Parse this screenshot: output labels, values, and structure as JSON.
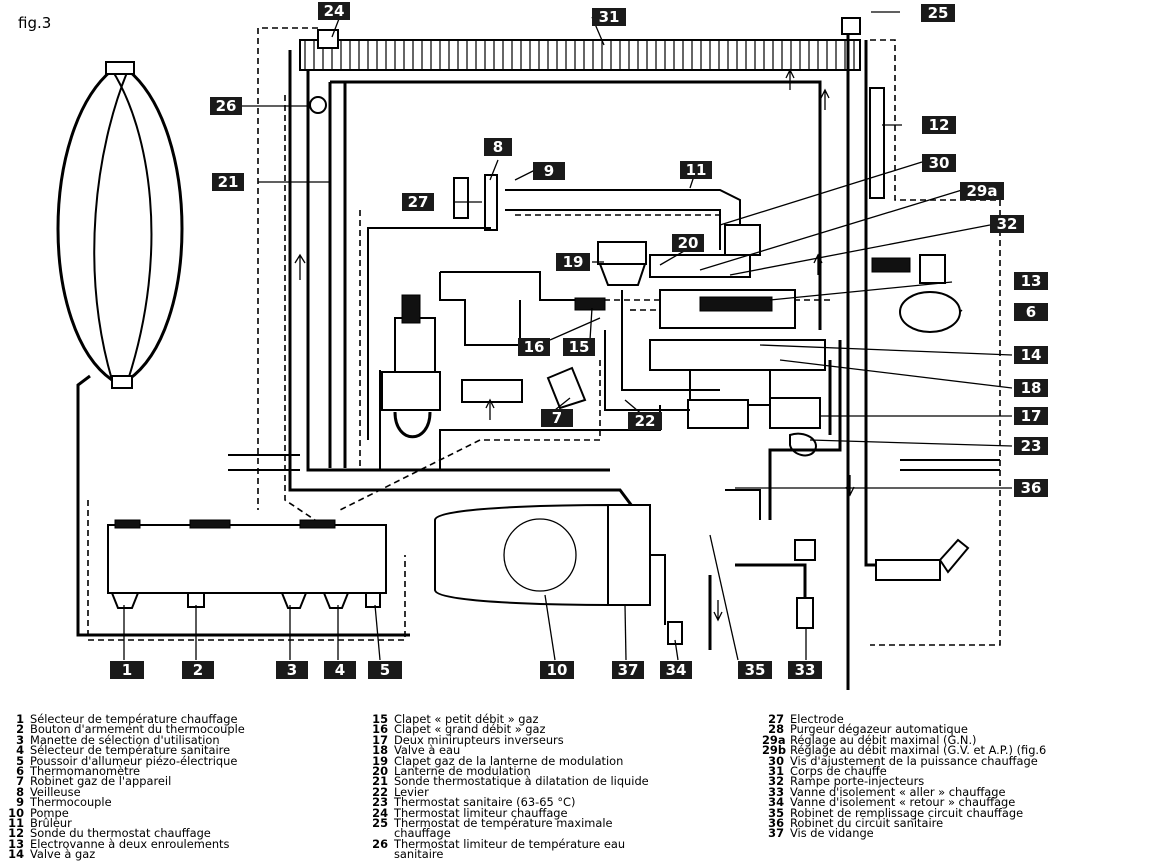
{
  "figure_label": "fig.3",
  "callouts": {
    "c1": "1",
    "c2": "2",
    "c3": "3",
    "c4": "4",
    "c5": "5",
    "c6": "6",
    "c7": "7",
    "c8": "8",
    "c9": "9",
    "c10": "10",
    "c11": "11",
    "c12": "12",
    "c13": "13",
    "c14": "14",
    "c15": "15",
    "c16": "16",
    "c17": "17",
    "c18": "18",
    "c19": "19",
    "c20": "20",
    "c21": "21",
    "c22": "22",
    "c23": "23",
    "c24": "24",
    "c25": "25",
    "c26": "26",
    "c27": "27",
    "c29a": "29a",
    "c30": "30",
    "c31": "31",
    "c32": "32",
    "c33": "33",
    "c34": "34",
    "c35": "35",
    "c36": "36",
    "c37": "37"
  },
  "legend": {
    "col1": [
      {
        "num": "1",
        "text": "Sélecteur de température chauffage"
      },
      {
        "num": "2",
        "text": "Bouton d'armement du thermocouple"
      },
      {
        "num": "3",
        "text": "Manette de sélection d'utilisation"
      },
      {
        "num": "4",
        "text": "Sélecteur de température sanitaire"
      },
      {
        "num": "5",
        "text": "Poussoir d'allumeur piézo-électrique"
      },
      {
        "num": "6",
        "text": "Thermomanomètre"
      },
      {
        "num": "7",
        "text": "Robinet gaz de l'appareil"
      },
      {
        "num": "8",
        "text": "Veilleuse"
      },
      {
        "num": "9",
        "text": "Thermocouple"
      },
      {
        "num": "10",
        "text": "Pompe"
      },
      {
        "num": "11",
        "text": "Brûleur"
      },
      {
        "num": "12",
        "text": "Sonde du thermostat chauffage"
      },
      {
        "num": "13",
        "text": "Electrovanne à deux enroulements"
      },
      {
        "num": "14",
        "text": "Valve à gaz"
      }
    ],
    "col2": [
      {
        "num": "15",
        "text": "Clapet « petit débit » gaz"
      },
      {
        "num": "16",
        "text": "Clapet « grand débit » gaz"
      },
      {
        "num": "17",
        "text": "Deux minirupteurs inverseurs"
      },
      {
        "num": "18",
        "text": "Valve à eau"
      },
      {
        "num": "19",
        "text": "Clapet gaz de la lanterne de modulation"
      },
      {
        "num": "20",
        "text": "Lanterne de modulation"
      },
      {
        "num": "21",
        "text": "Sonde thermostatique à dilatation de liquide"
      },
      {
        "num": "22",
        "text": "Levier"
      },
      {
        "num": "23",
        "text": "Thermostat sanitaire (63-65 °C)"
      },
      {
        "num": "24",
        "text": "Thermostat limiteur chauffage"
      },
      {
        "num": "25",
        "text": "Thermostat de température maximale"
      },
      {
        "num": "",
        "text": "chauffage"
      },
      {
        "num": "26",
        "text": "Thermostat limiteur de température eau"
      },
      {
        "num": "",
        "text": "sanitaire"
      }
    ],
    "col3": [
      {
        "num": "27",
        "text": "Electrode"
      },
      {
        "num": "28",
        "text": "Purgeur dégazeur automatique"
      },
      {
        "num": "29a",
        "text": "Réglage au débit maximal (G.N.)"
      },
      {
        "num": "29b",
        "text": "Réglage au débit maximal (G.V. et A.P.) (fig.6"
      },
      {
        "num": "30",
        "text": "Vis d'ajustement de la puissance chauffage"
      },
      {
        "num": "31",
        "text": "Corps de chauffe"
      },
      {
        "num": "32",
        "text": "Rampe porte-injecteurs"
      },
      {
        "num": "33",
        "text": "Vanne d'isolement « aller » chauffage"
      },
      {
        "num": "34",
        "text": "Vanne d'isolement « retour » chauffage"
      },
      {
        "num": "35",
        "text": "Robinet de remplissage circuit chauffage"
      },
      {
        "num": "36",
        "text": "Robinet du circuit sanitaire"
      },
      {
        "num": "37",
        "text": "Vis de vidange"
      }
    ]
  }
}
